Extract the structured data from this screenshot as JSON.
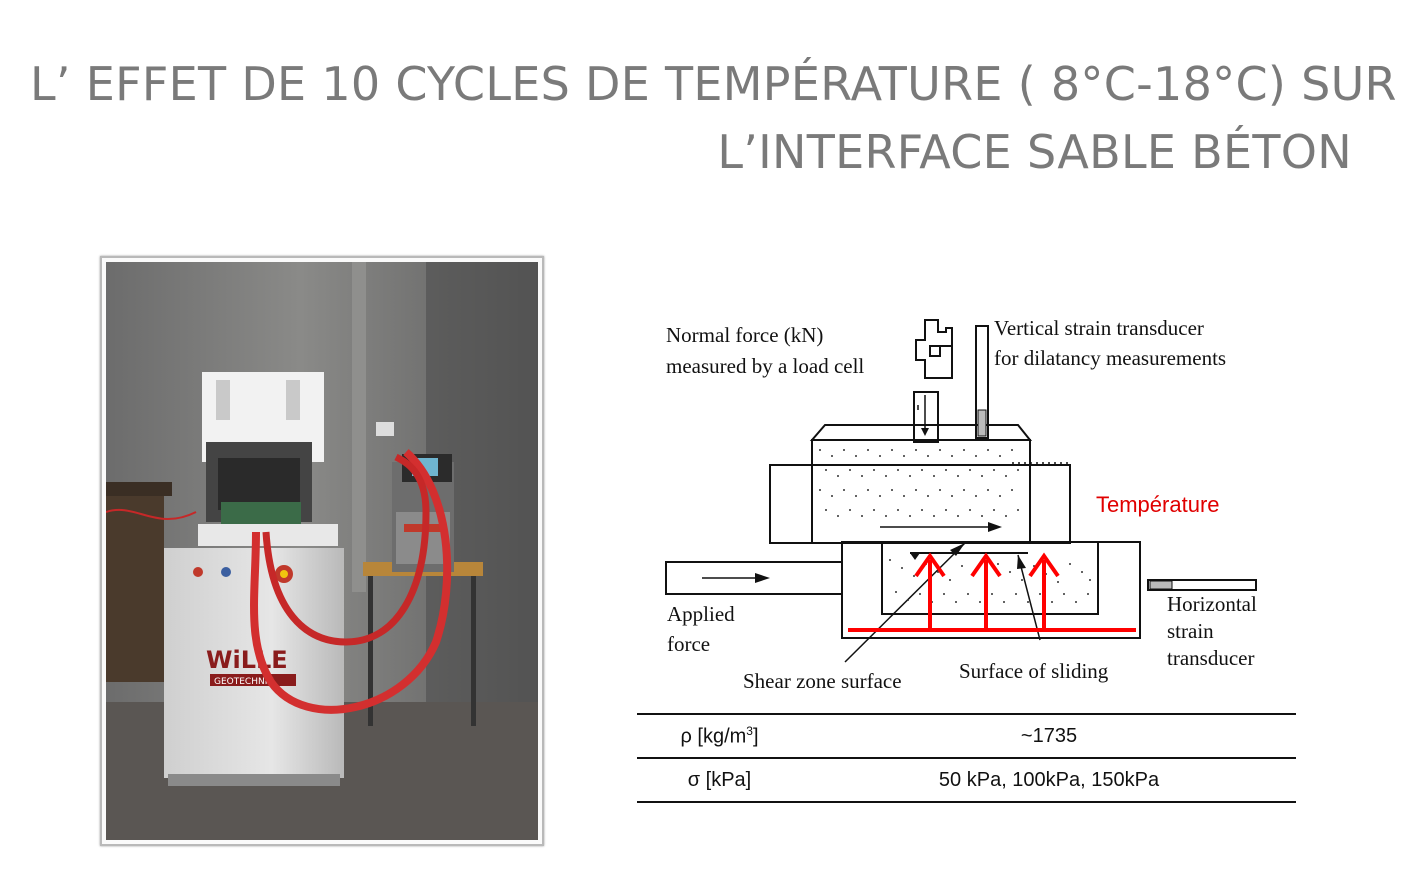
{
  "slide": {
    "title_line1": "L’ EFFET DE 10 CYCLES DE TEMPÉRATURE ( 8°C-18°C) SUR",
    "title_line2": "L’INTERFACE SABLE BÉTON"
  },
  "photo": {
    "brand_logo": "WiLLE",
    "brand_sub": "GEOTECHNIK"
  },
  "diagram": {
    "normal_force_line1": "Normal force (kN)",
    "normal_force_line2": "measured by a load cell",
    "vertical_transducer_line1": "Vertical strain transducer",
    "vertical_transducer_line2": "for dilatancy measurements",
    "temperature": "Température",
    "applied_force_line1": "Applied",
    "applied_force_line2": "force",
    "horizontal_line1": "Horizontal",
    "horizontal_line2": "strain",
    "horizontal_line3": "transducer",
    "shear_zone": "Shear zone surface",
    "sliding": "Surface of sliding",
    "colors": {
      "heat_arrows": "#ff0000",
      "temperature_label": "#e00000"
    }
  },
  "table": {
    "rows": [
      {
        "property": "ρ [kg/m",
        "exponent": "3",
        "property_end": "]",
        "value": "~1735"
      },
      {
        "property": "σ [kPa]",
        "value": "50 kPa, 100kPa, 150kPa"
      }
    ]
  }
}
